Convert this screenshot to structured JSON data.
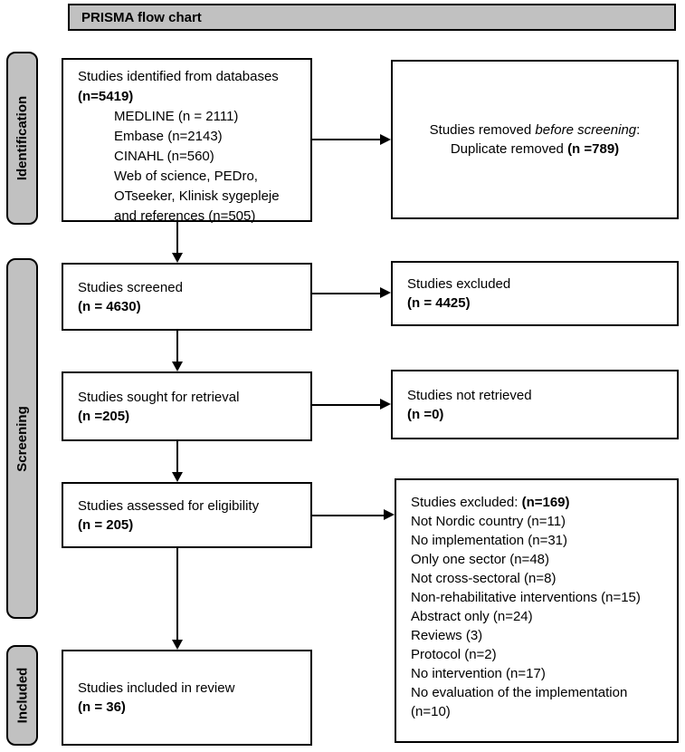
{
  "title": "PRISMA flow chart",
  "colors": {
    "bar_gray": "#c1c1c1",
    "border": "#000000",
    "box_bg": "#ffffff"
  },
  "stages": [
    {
      "label": "Identification"
    },
    {
      "label": "Screening"
    },
    {
      "label": "Included"
    }
  ],
  "boxes": {
    "identified": {
      "line1": "Studies identified from databases",
      "n": "(n=5419)",
      "sources": [
        "MEDLINE (n = 2111)",
        "Embase (n=2143)",
        "CINAHL (n=560)",
        "Web of science, PEDro,",
        "OTseeker, Klinisk sygepleje",
        "and references (n=505)"
      ]
    },
    "removed": {
      "line1_pre": "Studies removed ",
      "line1_italic": "before screening",
      "line1_post": ":",
      "line2_pre": "Duplicate removed ",
      "line2_bold": "(n =789)"
    },
    "screened": {
      "line1": "Studies screened",
      "n": "(n = 4630)"
    },
    "excluded_screening": {
      "line1": "Studies excluded",
      "n": "(n = 4425)"
    },
    "sought": {
      "line1": "Studies sought for retrieval",
      "n": "(n =205)"
    },
    "not_retrieved": {
      "line1": "Studies not retrieved",
      "n": "(n =0)"
    },
    "assessed": {
      "line1": "Studies assessed for eligibility",
      "n": "(n = 205)"
    },
    "excluded_eligibility": {
      "header_pre": "Studies excluded: ",
      "header_bold": "(n=169)",
      "reasons": [
        "Not Nordic country (n=11)",
        "No implementation (n=31)",
        "Only one sector (n=48)",
        "Not cross-sectoral (n=8)",
        "Non-rehabilitative interventions (n=15)",
        "Abstract only (n=24)",
        "Reviews (3)",
        "Protocol (n=2)",
        "No intervention (n=17)",
        "No evaluation of the implementation (n=10)"
      ]
    },
    "included": {
      "line1": "Studies included in review",
      "n": "(n = 36)"
    }
  }
}
